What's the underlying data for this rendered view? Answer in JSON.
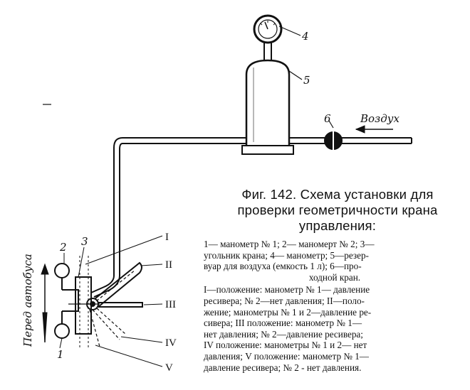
{
  "figure": {
    "labels": {
      "n1": "1",
      "n2": "2",
      "n3": "3",
      "n4": "4",
      "n5": "5",
      "n6": "6",
      "air": "Воздух",
      "front": "Перед автобуса",
      "pos1": "I",
      "pos2": "II",
      "pos3": "III",
      "pos4": "IV",
      "pos5": "V"
    }
  },
  "caption": {
    "line1": "Фиг. 142. Схема установки для",
    "line2": "проверки геометричности крана",
    "line3": "управления:"
  },
  "legend": {
    "items_line1": "1— манометр № 1; 2— маномерт № 2; 3—",
    "items_line2": "угольник крана; 4— манометр; 5—резер-",
    "items_line3": "вуар для воздуха (емкость 1 л); 6—про-",
    "items_line4": "ходной кран.",
    "positions_line1": "I—положение: манометр № 1— давление",
    "positions_line2": "ресивера; № 2—нет давления; II—поло-",
    "positions_line3": "жение; манометры № 1 и 2—давление ре-",
    "positions_line4": "сивера; III положение: манометр № 1—",
    "positions_line5": "нет давления; № 2—давление ресивера;",
    "positions_line6": "IV положение: манометры № 1 и 2— нет",
    "positions_line7": "давления; V положение: манометр № 1—",
    "positions_line8": "давление ресивера; № 2 - нет давления."
  }
}
